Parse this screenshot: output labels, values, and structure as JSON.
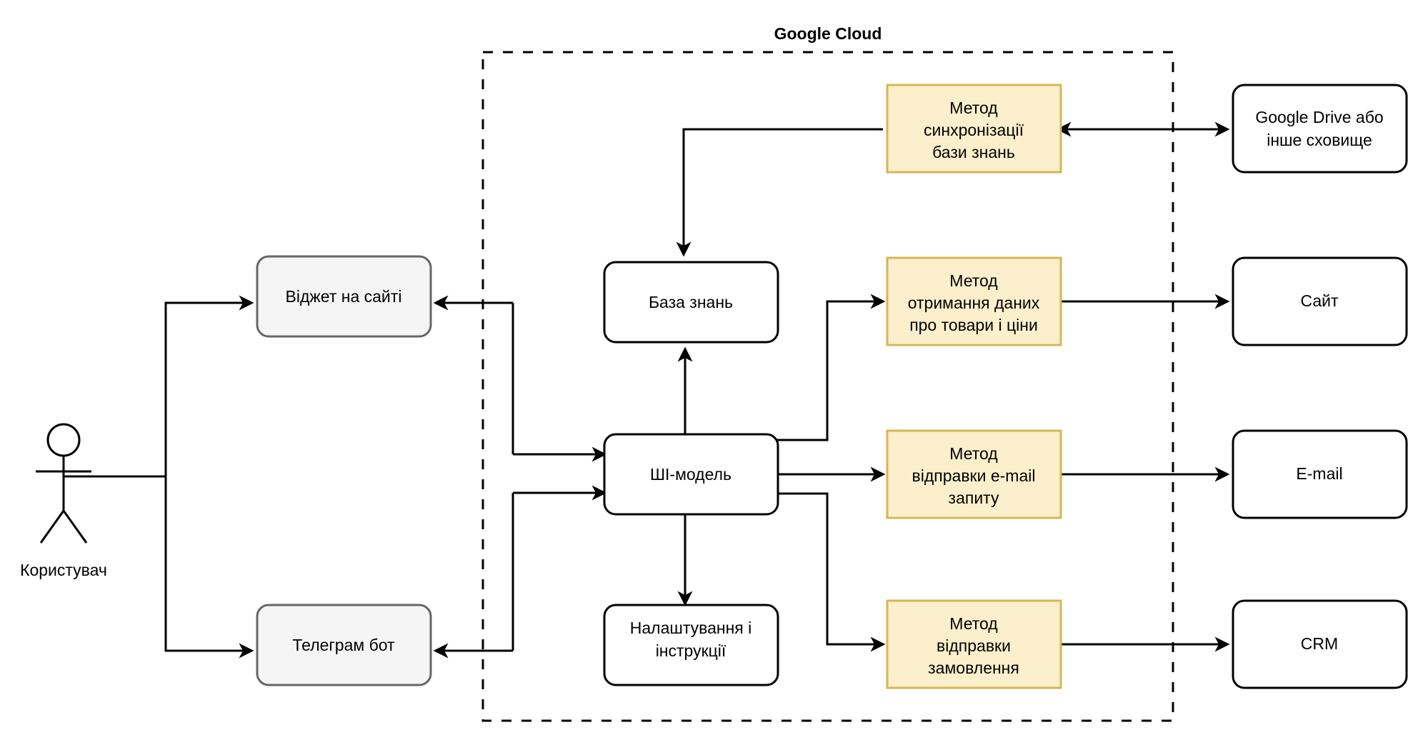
{
  "diagram": {
    "title": "Google Cloud",
    "group_title": "Google Cloud",
    "actor": {
      "label": "Користувач",
      "icon": "stick-figure-icon"
    },
    "channels": [
      {
        "id": "widget",
        "label": "Віджет на сайті",
        "style": "grey"
      },
      {
        "id": "telegram",
        "label": "Телеграм бот",
        "style": "grey"
      }
    ],
    "core": [
      {
        "id": "knowledge-base",
        "label": "База знань",
        "style": "plain"
      },
      {
        "id": "ai-model",
        "label": "ШІ-модель",
        "style": "plain"
      },
      {
        "id": "settings",
        "label": "Налаштування і\nінструкції",
        "style": "plain"
      }
    ],
    "methods": [
      {
        "id": "sync-method",
        "label": "Метод\nсинхронізації\nбази знань",
        "style": "yellow"
      },
      {
        "id": "products-method",
        "label": "Метод\nотримання даних\nпро товари і ціни",
        "style": "yellow"
      },
      {
        "id": "email-method",
        "label": "Метод\nвідправки e-mail\nзапиту",
        "style": "yellow"
      },
      {
        "id": "order-method",
        "label": "Метод\nвідправки\nзамовлення",
        "style": "yellow"
      }
    ],
    "externals": [
      {
        "id": "storage",
        "label": "Google Drive або\nінше сховище",
        "style": "plain"
      },
      {
        "id": "site",
        "label": "Сайт",
        "style": "plain"
      },
      {
        "id": "email",
        "label": "E-mail",
        "style": "plain"
      },
      {
        "id": "crm",
        "label": "CRM",
        "style": "plain"
      }
    ],
    "colors": {
      "yellow_fill": "#fcefcb",
      "yellow_stroke": "#d6b656",
      "grey_fill": "#f5f5f5",
      "grey_stroke": "#666666",
      "line": "#000000",
      "background": "#ffffff"
    }
  }
}
